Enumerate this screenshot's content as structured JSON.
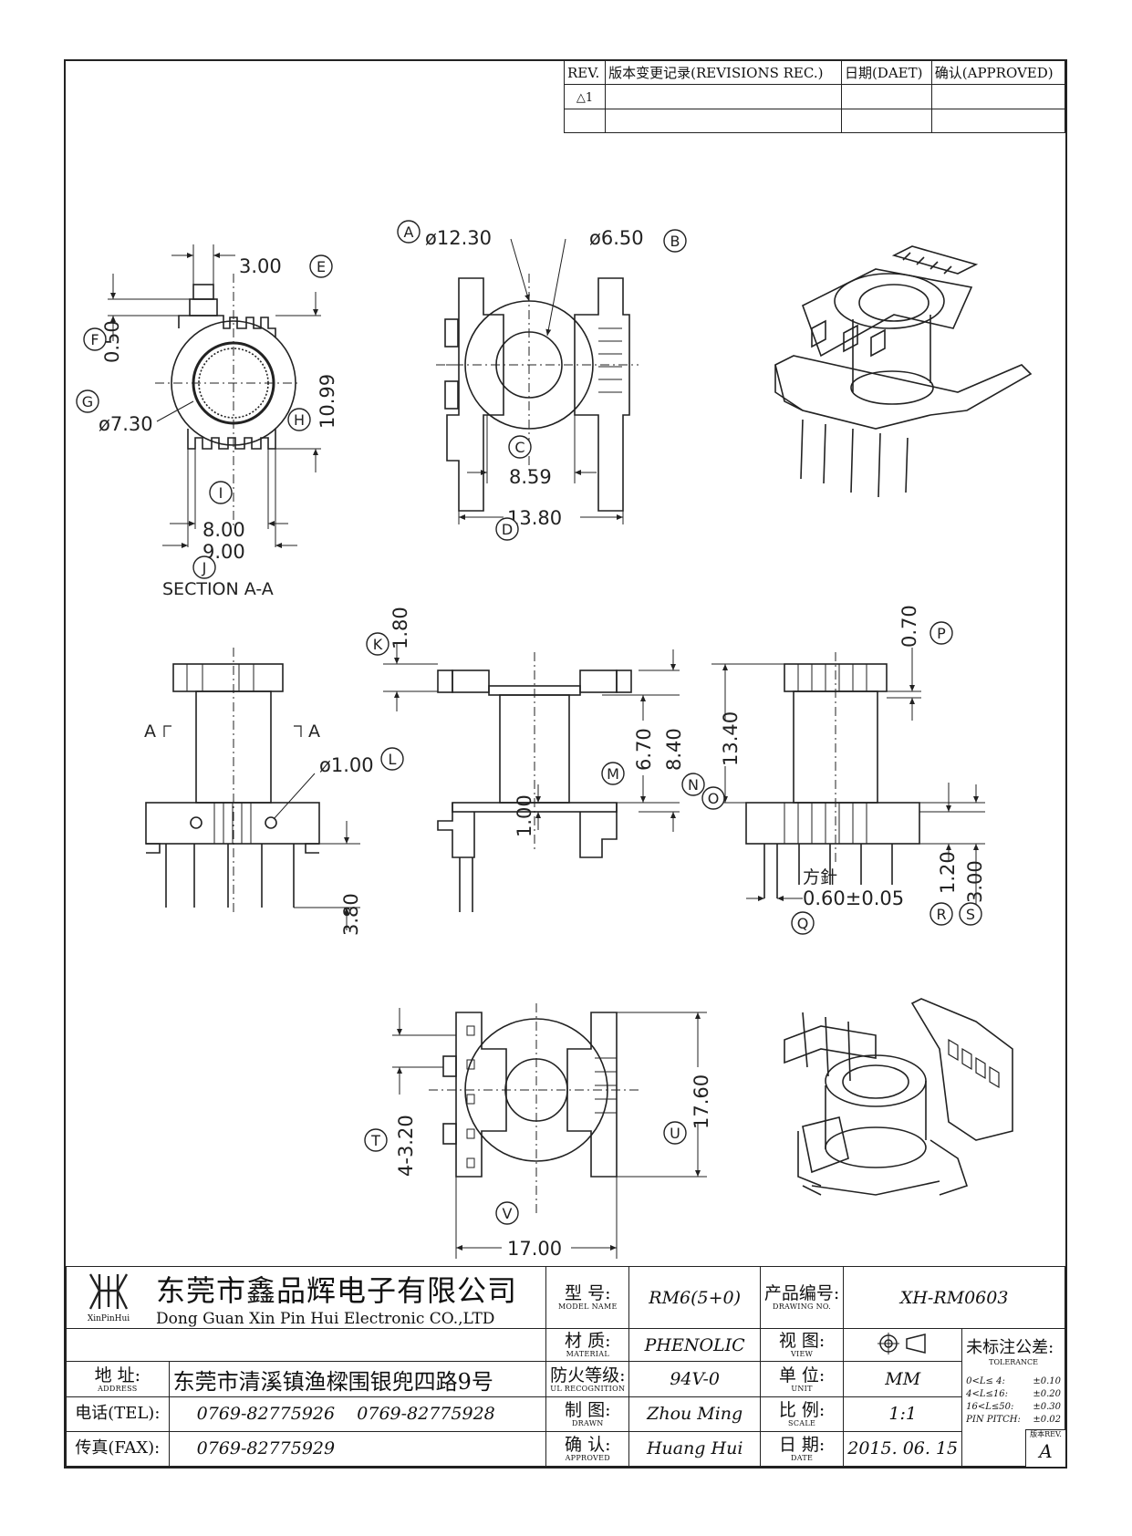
{
  "revision_table": {
    "headers": [
      "REV.",
      "版本变更记录(REVISIONS REC.)",
      "日期(DAET)",
      "确认(APPROVED)"
    ],
    "rev_symbol": "△1"
  },
  "drawing": {
    "section_a": {
      "label": "SECTION A-A",
      "dims": {
        "e": "3.00",
        "f": "0.50",
        "g": "ø7.30",
        "h": "10.99",
        "i": "8.00",
        "j": "9.00"
      }
    },
    "top_view": {
      "dims": {
        "a": "ø12.30",
        "b": "ø6.50",
        "c": "8.59",
        "d": "13.80"
      }
    },
    "front_view": {
      "section_mark": "A",
      "dims": {
        "k": "1.80",
        "l": "ø1.00",
        "bottom": "3.80"
      }
    },
    "side_view": {
      "dims": {
        "m": "6.70",
        "n": "8.40",
        "one": "1.00"
      }
    },
    "right_view": {
      "dims": {
        "o": "13.40",
        "p": "0.70",
        "q": "0.60±0.05",
        "r": "1.20",
        "s": "3.00"
      },
      "pin_note": "方針"
    },
    "bottom_view": {
      "dims": {
        "t": "4-3.20",
        "u": "17.60",
        "v": "17.00"
      }
    },
    "circle_labels": [
      "A",
      "B",
      "C",
      "D",
      "E",
      "F",
      "G",
      "H",
      "I",
      "J",
      "K",
      "L",
      "M",
      "N",
      "O",
      "P",
      "Q",
      "R",
      "S",
      "T",
      "U",
      "V"
    ]
  },
  "title_block": {
    "logo_text": "XinPinHui",
    "company_cn": "东莞市鑫品辉电子有限公司",
    "company_en": "Dong Guan Xin Pin Hui Electronic CO.,LTD",
    "address_label": "地  址:",
    "address_label_en": "ADDRESS",
    "address": "东莞市清溪镇渔樑围银兜四路9号",
    "tel_label": "电话(TEL):",
    "tel1": "0769-82775926",
    "tel2": "0769-82775928",
    "fax_label": "传真(FAX):",
    "fax": "0769-82775929",
    "model_label": "型  号:",
    "model_label_en": "MODEL NAME",
    "model": "RM6(5+0)",
    "material_label": "材  质:",
    "material_label_en": "MATERIAL",
    "material": "PHENOLIC",
    "ul_label": "防火等级:",
    "ul_label_en": "UL RECOGNITION",
    "ul": "94V-0",
    "drawn_label": "制  图:",
    "drawn_label_en": "DRAWN",
    "drawn": "Zhou Ming",
    "approved_label": "确  认:",
    "approved_label_en": "APPROVED",
    "approved": "Huang Hui",
    "drawing_no_label": "产品编号:",
    "drawing_no_label_en": "DRAWING NO.",
    "drawing_no": "XH-RM0603",
    "view_label": "视  图:",
    "view_label_en": "VIEW",
    "unit_label": "单  位:",
    "unit_label_en": "UNIT",
    "unit": "MM",
    "scale_label": "比  例:",
    "scale_label_en": "SCALE",
    "scale": "1:1",
    "date_label": "日  期:",
    "date_label_en": "DATE",
    "date": "2015. 06. 15",
    "tolerance_title": "未标注公差:",
    "tolerance_title_en": "TOLERANCE",
    "tolerances": [
      {
        "range": "0<L≤ 4:",
        "val": "±0.10"
      },
      {
        "range": "4<L≤16:",
        "val": "±0.20"
      },
      {
        "range": "16<L≤50:",
        "val": "±0.30"
      },
      {
        "range": "PIN PITCH:",
        "val": "±0.02"
      }
    ],
    "rev_label": "版本REV.",
    "rev": "A"
  }
}
